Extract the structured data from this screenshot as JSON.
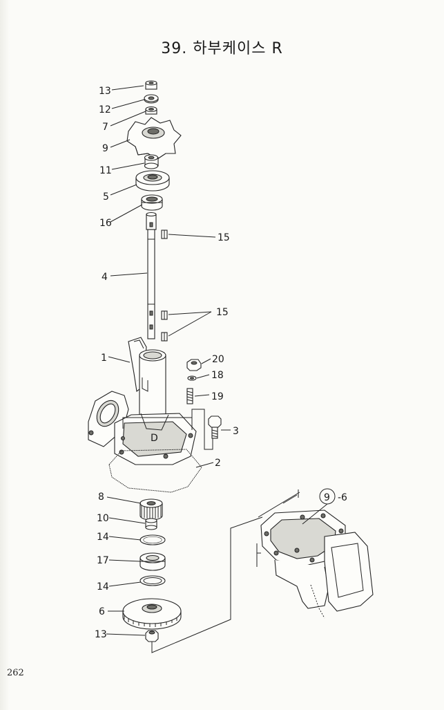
{
  "title": "39. 하부케이스 R",
  "page_number": "262",
  "callouts": {
    "c13a": "13",
    "c12": "12",
    "c7": "7",
    "c9": "9",
    "c11": "11",
    "c5": "5",
    "c16": "16",
    "c15a": "15",
    "c4": "4",
    "c15b": "15",
    "c1": "1",
    "c20": "20",
    "c18": "18",
    "c19": "19",
    "c3": "3",
    "c2": "2",
    "c8": "8",
    "c10": "10",
    "c14a": "14",
    "c17": "17",
    "c14b": "14",
    "c6": "6",
    "c13b": "13",
    "c9circ": "9",
    "c6ref": "-6"
  },
  "part_marks": {
    "d_mark": "D"
  }
}
